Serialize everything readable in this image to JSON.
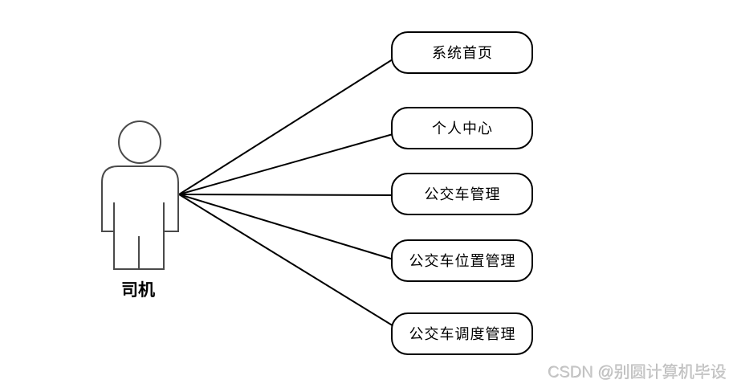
{
  "diagram": {
    "title": "driver-use-case-diagram",
    "actor": {
      "label": "司机"
    },
    "use_cases": [
      {
        "label": "系统首页"
      },
      {
        "label": "个人中心"
      },
      {
        "label": "公交车管理"
      },
      {
        "label": "公交车位置管理"
      },
      {
        "label": "公交车调度管理"
      }
    ]
  },
  "watermark": {
    "text": "CSDN @别圆计算机毕设"
  },
  "colors": {
    "association_line": "#000000",
    "use_case_outline": "#000000",
    "actor_outline": "#4a4a4a",
    "shape_fill": "#ffffff",
    "watermark_text": "#c6c6c6"
  }
}
